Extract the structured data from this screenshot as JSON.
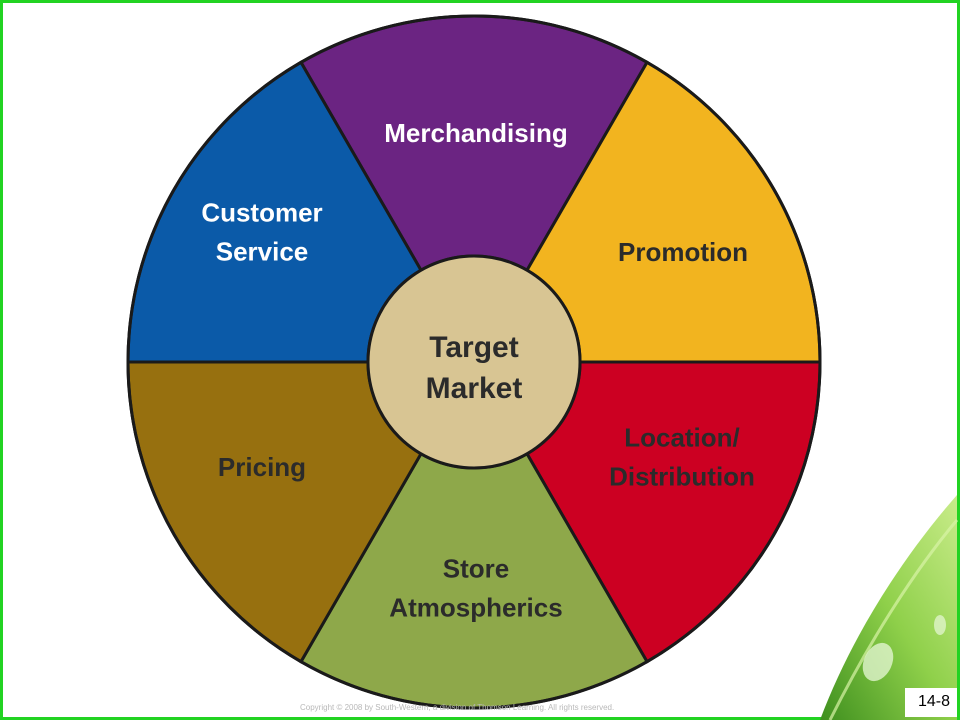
{
  "diagram": {
    "center": {
      "lines": [
        "Target",
        "Market"
      ],
      "color": "#d8c593"
    },
    "segments": [
      {
        "id": "merchandising",
        "lines": [
          "Merchandising"
        ],
        "color": "#6b2482",
        "text_color": "#ffffff"
      },
      {
        "id": "promotion",
        "lines": [
          "Promotion"
        ],
        "color": "#f2b41f",
        "text_color": "#2b2b2b"
      },
      {
        "id": "location-distribution",
        "lines": [
          "Location/",
          "Distribution"
        ],
        "color": "#cc0022",
        "text_color": "#2b2b2b"
      },
      {
        "id": "store-atmospherics",
        "lines": [
          "Store",
          "Atmospherics"
        ],
        "color": "#8ea84a",
        "text_color": "#2b2b2b"
      },
      {
        "id": "pricing",
        "lines": [
          "Pricing"
        ],
        "color": "#97700f",
        "text_color": "#2b2b2b"
      },
      {
        "id": "customer-service",
        "lines": [
          "Customer",
          "Service"
        ],
        "color": "#0b5aa8",
        "text_color": "#ffffff"
      }
    ]
  },
  "footer": {
    "copyright": "Copyright © 2008 by South-Western, a division of Thomson Learning. All rights reserved.",
    "slide_number": "14-8"
  },
  "colors": {
    "border": "#22d322",
    "leaf": "#7cc242"
  }
}
